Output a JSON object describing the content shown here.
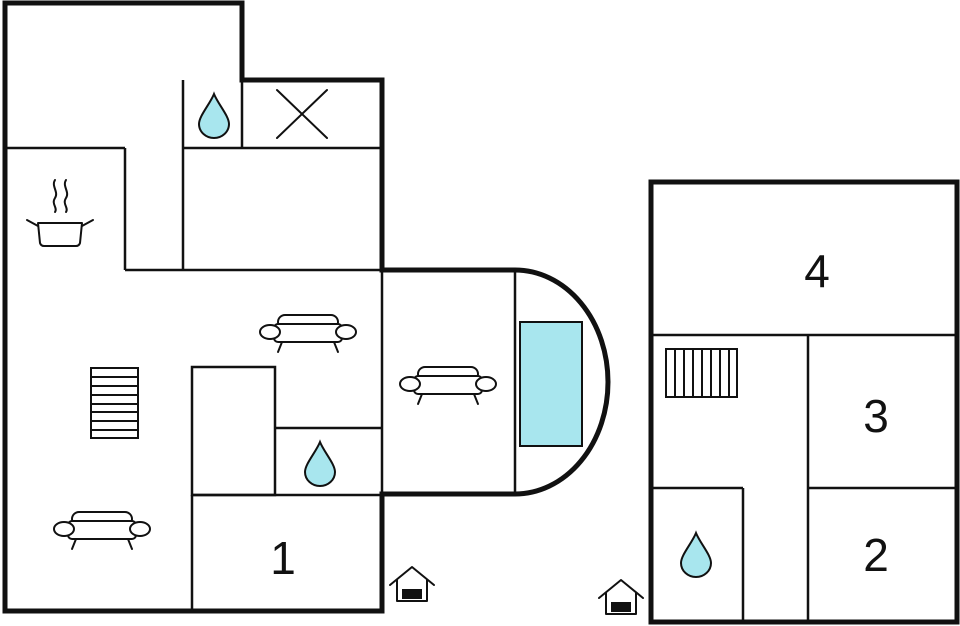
{
  "colors": {
    "wall": "#111111",
    "water": "#a8e6ee",
    "pool": "#a8e6ee",
    "background": "#ffffff"
  },
  "rooms": {
    "room_1": "1",
    "room_2": "2",
    "room_3": "3",
    "room_4": "4"
  },
  "icons": {
    "water": "water-drop-icon",
    "sofa": "sofa-icon",
    "kitchen": "cooking-pot-icon",
    "stairs": "stairs-icon",
    "entrance": "entrance-house-icon",
    "void": "open-void-x-icon",
    "pool": "pool-icon"
  }
}
